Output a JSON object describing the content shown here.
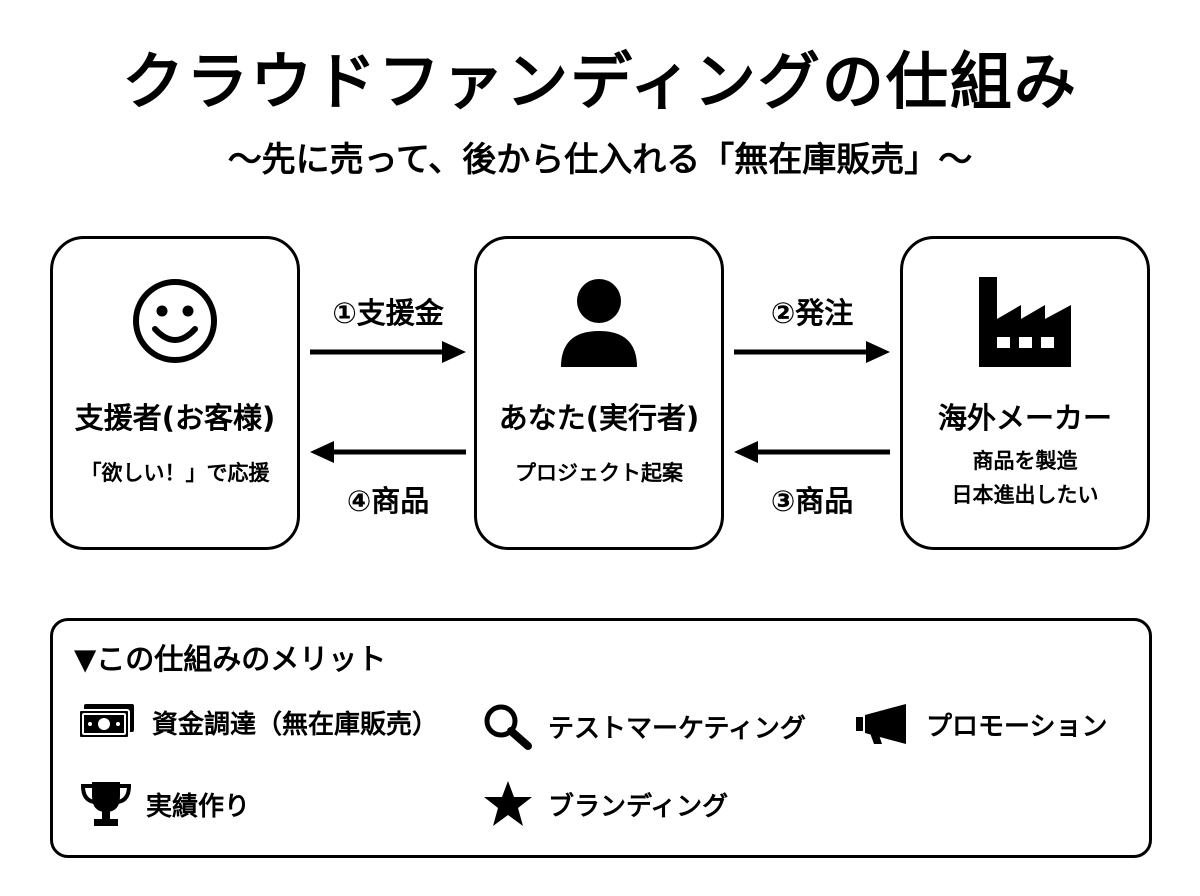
{
  "title": "クラウドファンディングの仕組み",
  "subtitle": "〜先に売って、後から仕入れる「無在庫販売」〜",
  "actors": {
    "supporter": {
      "name": "支援者(お客様)",
      "desc": "「欲しい！」で応援",
      "icon": "smiley-face-icon"
    },
    "you": {
      "name": "あなた(実行者)",
      "desc": "プロジェクト起案",
      "icon": "person-icon"
    },
    "maker": {
      "name": "海外メーカー",
      "desc_line1": "商品を製造",
      "desc_line2": "日本進出したい",
      "icon": "factory-icon"
    }
  },
  "flows": {
    "step1": "①支援金",
    "step2": "②発注",
    "step3": "③商品",
    "step4": "④商品"
  },
  "merits": {
    "heading": "▼この仕組みのメリット",
    "items": [
      {
        "label": "資金調達（無在庫販売）",
        "icon": "banknote-icon"
      },
      {
        "label": "テストマーケティング",
        "icon": "magnifier-icon"
      },
      {
        "label": "プロモーション",
        "icon": "megaphone-icon"
      },
      {
        "label": "実績作り",
        "icon": "trophy-icon"
      },
      {
        "label": "ブランディング",
        "icon": "star-icon"
      }
    ]
  },
  "colors": {
    "ink": "#000000",
    "background": "#ffffff"
  }
}
